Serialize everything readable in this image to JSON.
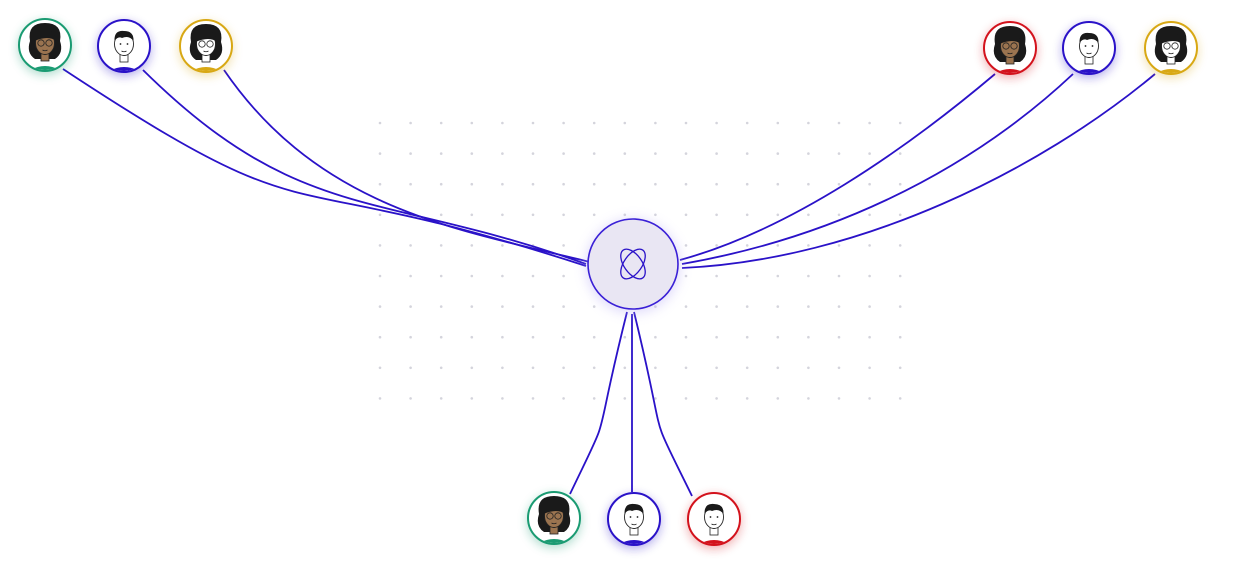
{
  "colors": {
    "background": "#ffffff",
    "connector": "#2a12c8",
    "hub_fill": "#e9e6f3",
    "hub_stroke": "#3a20d6",
    "grid_dot": "#d4d4dc",
    "skin_dark": "#9b7450",
    "skin_light": "#ffffff",
    "hair": "#1a1a1a"
  },
  "hub": {
    "icon": "orbit-logo-icon"
  },
  "groups": [
    {
      "name": "top-left",
      "avatars": [
        {
          "icon": "woman-glasses-curly-hair-avatar",
          "ring": "#1a9b72",
          "skin": "dark"
        },
        {
          "icon": "man-short-hair-avatar",
          "ring": "#2a12c8",
          "skin": "light"
        },
        {
          "icon": "woman-glasses-avatar",
          "ring": "#d8a814",
          "skin": "light"
        }
      ]
    },
    {
      "name": "top-right",
      "avatars": [
        {
          "icon": "woman-glasses-curly-hair-avatar",
          "ring": "#d3121c",
          "skin": "dark"
        },
        {
          "icon": "man-short-hair-avatar",
          "ring": "#2a12c8",
          "skin": "light"
        },
        {
          "icon": "woman-glasses-avatar",
          "ring": "#d8a814",
          "skin": "light"
        }
      ]
    },
    {
      "name": "bottom",
      "avatars": [
        {
          "icon": "woman-glasses-curly-hair-avatar",
          "ring": "#1a9b72",
          "skin": "dark"
        },
        {
          "icon": "man-short-hair-avatar",
          "ring": "#2a12c8",
          "skin": "light"
        },
        {
          "icon": "man-avatar",
          "ring": "#d3121c",
          "skin": "light"
        }
      ]
    }
  ]
}
